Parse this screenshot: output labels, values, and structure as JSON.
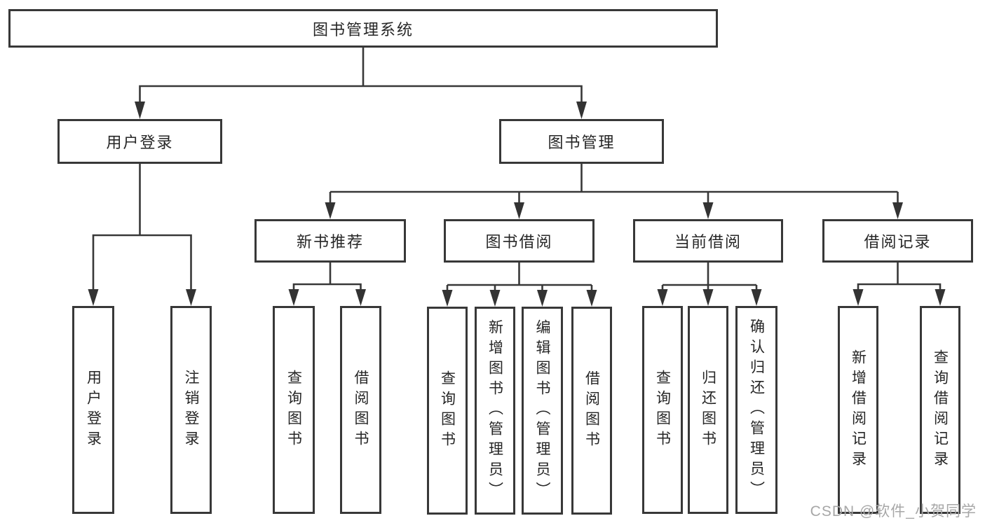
{
  "diagram": {
    "root": "图书管理系统",
    "branches": [
      {
        "label": "用户登录",
        "children": [
          "用户登录",
          "注销登录"
        ]
      },
      {
        "label": "图书管理",
        "sections": [
          {
            "label": "新书推荐",
            "children": [
              "查询图书",
              "借阅图书"
            ]
          },
          {
            "label": "图书借阅",
            "children": [
              "查询图书",
              "新增图书（管理员）",
              "编辑图书（管理员）",
              "借阅图书"
            ]
          },
          {
            "label": "当前借阅",
            "children": [
              "查询图书",
              "归还图书",
              "确认归还（管理员）"
            ]
          },
          {
            "label": "借阅记录",
            "children": [
              "新增借阅记录",
              "查询借阅记录"
            ]
          }
        ]
      }
    ]
  },
  "watermark": {
    "text": "CSDN @软件_小贺同学"
  },
  "colors": {
    "line": "#383838",
    "box_border": "#383838",
    "text": "#262626",
    "watermark": "#a7a7a7"
  }
}
